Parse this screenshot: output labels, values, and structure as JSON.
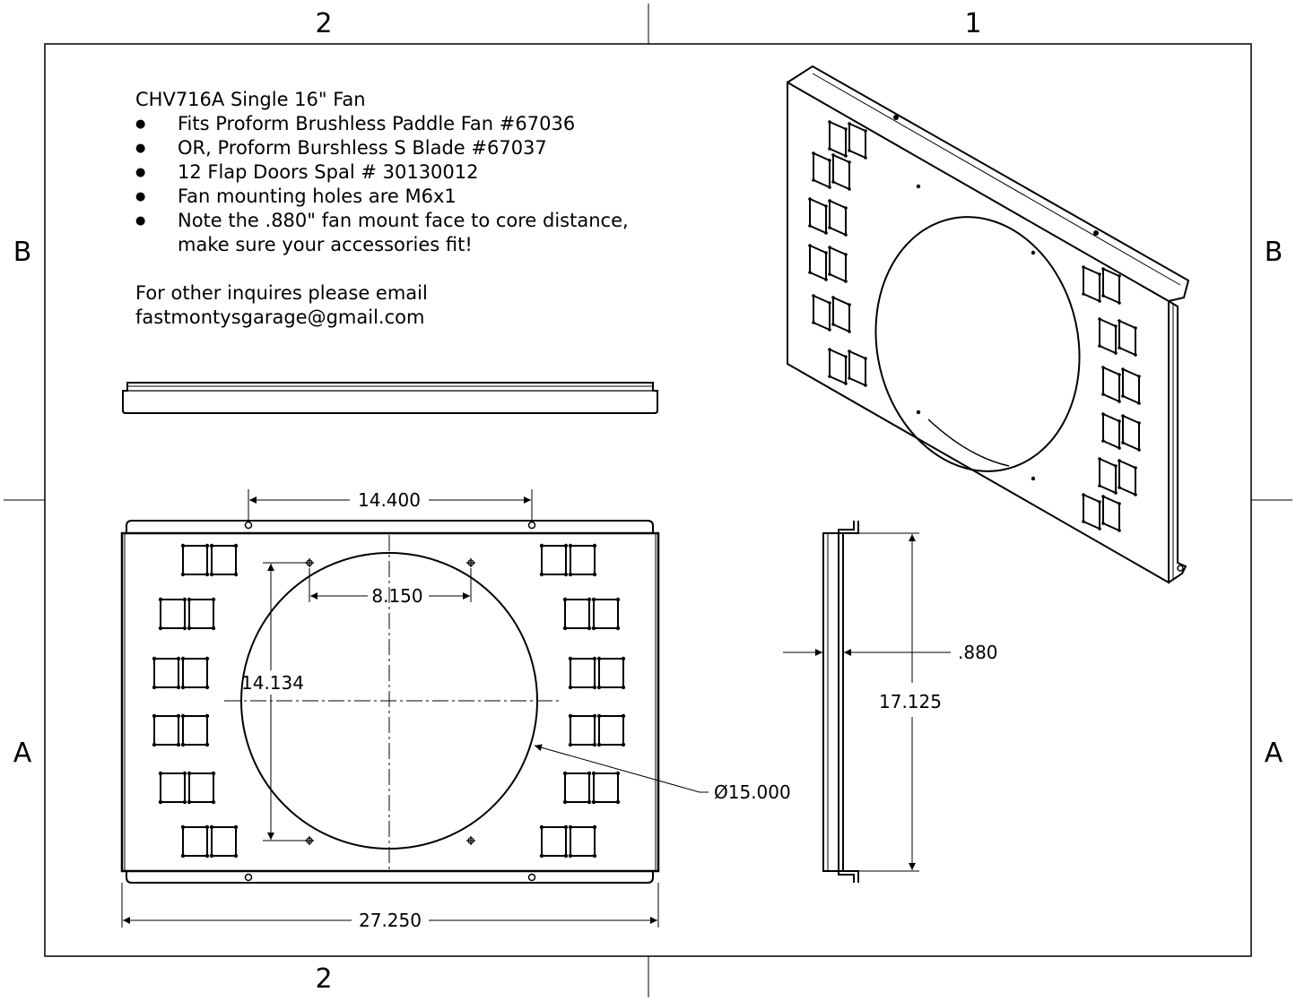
{
  "frame": {
    "zones_top": [
      "2",
      "1"
    ],
    "zones_bottom": [
      "2"
    ],
    "zones_left": [
      "B",
      "A"
    ],
    "zones_right": [
      "B",
      "A"
    ]
  },
  "notes": {
    "title": "CHV716A Single 16\" Fan",
    "items": [
      "Fits Proform Brushless Paddle Fan #67036",
      "OR, Proform Burshless S Blade #67037",
      "12 Flap Doors Spal # 30130012",
      "Fan mounting holes are M6x1",
      "Note the .880\" fan mount face to core distance, make sure your accessories fit!"
    ],
    "contact_line1": "For other inquires please email",
    "contact_line2": "fastmontysgarage@gmail.com"
  },
  "dimensions": {
    "top_hole_spacing": "14.400",
    "fan_hole_horizontal": "8.150",
    "fan_hole_vertical": "14.134",
    "overall_width": "27.250",
    "circle_diameter": "Ø15.000",
    "side_height": "17.125",
    "flange_depth": ".880"
  }
}
